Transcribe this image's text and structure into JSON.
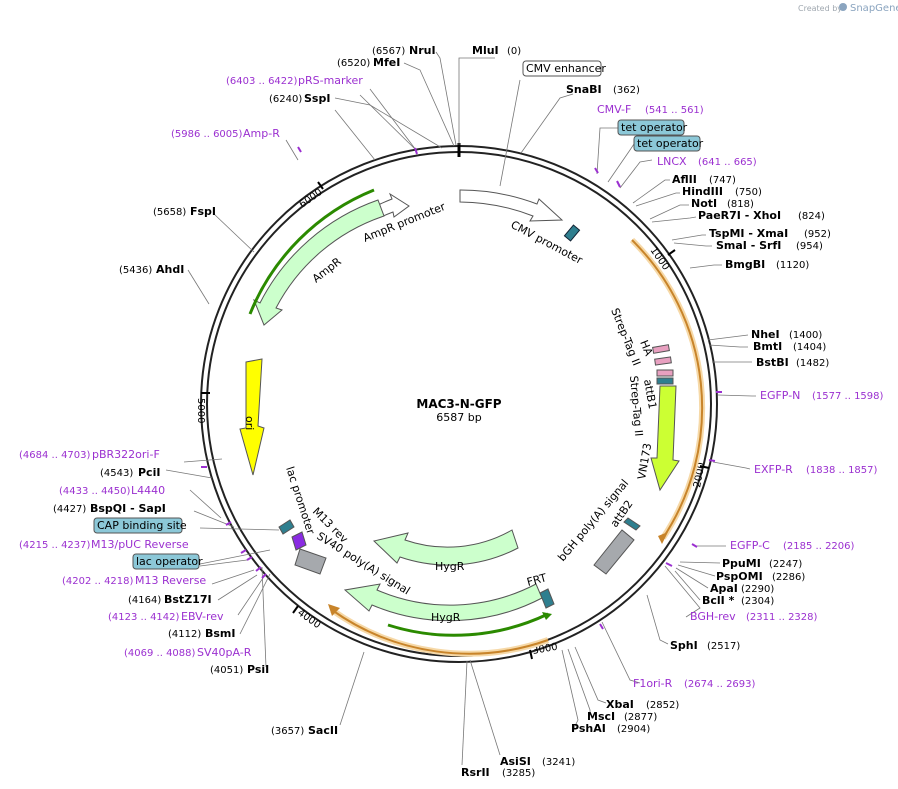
{
  "credit": {
    "prefix": "Created by",
    "brand": "SnapGene"
  },
  "plasmid": {
    "name": "MAC3-N-GFP",
    "size": "6587 bp",
    "length": 6587
  },
  "ticks": [
    "1000",
    "2000",
    "3000",
    "4000",
    "5000",
    "6000"
  ],
  "enzymes": [
    {
      "name": "MluI",
      "pos": "(0)"
    },
    {
      "name": "NruI",
      "pos": "(6567)"
    },
    {
      "name": "MfeI",
      "pos": "(6520)"
    },
    {
      "name": "SspI",
      "pos": "(6240)"
    },
    {
      "name": "SnaBI",
      "pos": "(362)"
    },
    {
      "name": "AflII",
      "pos": "(747)"
    },
    {
      "name": "HindIII",
      "pos": "(750)"
    },
    {
      "name": "NotI",
      "pos": "(818)"
    },
    {
      "name": "PaeR7I - XhoI",
      "pos": "(824)"
    },
    {
      "name": "TspMI - XmaI",
      "pos": "(952)"
    },
    {
      "name": "SmaI - SrfI",
      "pos": "(954)"
    },
    {
      "name": "BmgBI",
      "pos": "(1120)"
    },
    {
      "name": "NheI",
      "pos": "(1400)"
    },
    {
      "name": "BmtI",
      "pos": "(1404)"
    },
    {
      "name": "BstBI",
      "pos": "(1482)"
    },
    {
      "name": "PpuMI",
      "pos": "(2247)"
    },
    {
      "name": "PspOMI",
      "pos": "(2286)"
    },
    {
      "name": "ApaI",
      "pos": "(2290)"
    },
    {
      "name": "BclI *",
      "pos": "(2304)"
    },
    {
      "name": "SphI",
      "pos": "(2517)"
    },
    {
      "name": "XbaI",
      "pos": "(2852)"
    },
    {
      "name": "MscI",
      "pos": "(2877)"
    },
    {
      "name": "PshAI",
      "pos": "(2904)"
    },
    {
      "name": "AsiSI",
      "pos": "(3241)"
    },
    {
      "name": "RsrII",
      "pos": "(3285)"
    },
    {
      "name": "SacII",
      "pos": "(3657)"
    },
    {
      "name": "PsiI",
      "pos": "(4051)"
    },
    {
      "name": "BsmI",
      "pos": "(4112)"
    },
    {
      "name": "BstZ17I",
      "pos": "(4164)"
    },
    {
      "name": "BspQI - SapI",
      "pos": "(4427)"
    },
    {
      "name": "PciI",
      "pos": "(4543)"
    },
    {
      "name": "AhdI",
      "pos": "(5436)"
    },
    {
      "name": "FspI",
      "pos": "(5658)"
    }
  ],
  "primers": [
    {
      "name": "pRS-marker",
      "range": "(6403 .. 6422)"
    },
    {
      "name": "Amp-R",
      "range": "(5986 .. 6005)"
    },
    {
      "name": "CMV-F",
      "range": "(541 .. 561)"
    },
    {
      "name": "LNCX",
      "range": "(641 .. 665)"
    },
    {
      "name": "EGFP-N",
      "range": "(1577 .. 1598)"
    },
    {
      "name": "EXFP-R",
      "range": "(1838 .. 1857)"
    },
    {
      "name": "EGFP-C",
      "range": "(2185 .. 2206)"
    },
    {
      "name": "BGH-rev",
      "range": "(2311 .. 2328)"
    },
    {
      "name": "F1ori-R",
      "range": "(2674 .. 2693)"
    },
    {
      "name": "pBR322ori-F",
      "range": "(4684 .. 4703)"
    },
    {
      "name": "L4440",
      "range": "(4433 .. 4450)"
    },
    {
      "name": "M13/pUC Reverse",
      "range": "(4215 .. 4237)"
    },
    {
      "name": "M13 Reverse",
      "range": "(4202 .. 4218)"
    },
    {
      "name": "EBV-rev",
      "range": "(4123 .. 4142)"
    },
    {
      "name": "SV40pA-R",
      "range": "(4069 .. 4088)"
    }
  ],
  "boxed_labels": [
    "CMV enhancer",
    "tet operator",
    "tet operator",
    "CAP binding site",
    "lac operator"
  ],
  "features": {
    "cmv_promoter": "CMV promoter",
    "ampr_promoter": "AmpR promoter",
    "ampr": "AmpR",
    "ori": "ori",
    "strep_tag_1": "Strep-Tag II",
    "ha": "HA",
    "attb1": "attB1",
    "strep_tag_2": "Strep-Tag II",
    "vn173": "VN173",
    "bgh": "bGH poly(A) signal",
    "attb2": "attB2",
    "lac_promoter": "lac promoter",
    "m13_rev": "M13 rev",
    "sv40": "SV40 poly(A) signal",
    "hygr1": "HygR",
    "hygr2": "HygR",
    "frt": "FRT"
  },
  "colors": {
    "backbone": "#222222",
    "primer": "#9b30d0",
    "ampr_fill": "#ccffcc",
    "ori_fill": "#ffff00",
    "orf_orange": "#f0b060",
    "teal": "#2f7f8f",
    "boxed_fill": "#8cc8d8"
  }
}
